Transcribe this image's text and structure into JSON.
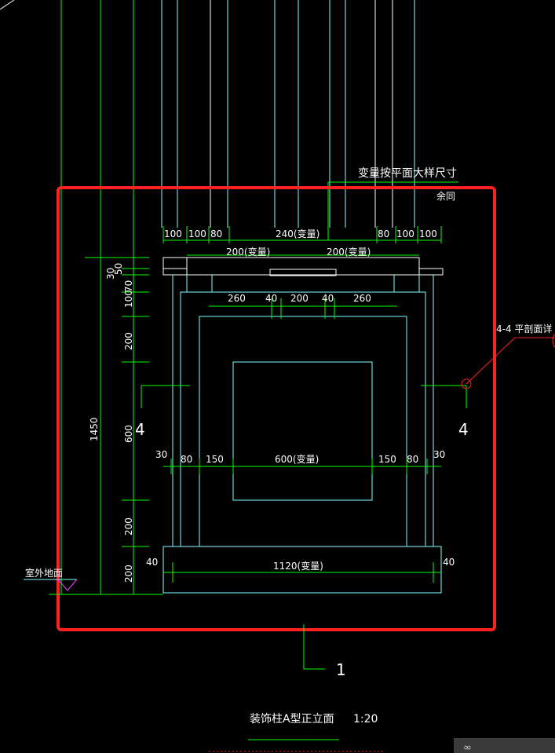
{
  "note_top": "变量按平面大样尺寸",
  "note_top_sub": "余同",
  "section_ref": "4-4 平剖面详",
  "ground_label": "室外地面",
  "section_mark": "4",
  "elevation_index": "1",
  "title": "装饰柱A型正立面",
  "scale": "1:20",
  "dims_top": [
    "100",
    "100",
    "80",
    "240(变量)",
    "80",
    "100",
    "100"
  ],
  "dims_top2": [
    "200(变量)",
    "200(变量)"
  ],
  "dims_row3": [
    "260",
    "40",
    "200",
    "40",
    "260"
  ],
  "dims_row4": [
    "30",
    "80",
    "150",
    "600(变量)",
    "150",
    "80",
    "30"
  ],
  "dims_base": [
    "40",
    "1120(变量)",
    "40"
  ],
  "dims_left": [
    "30",
    "50",
    "100",
    "70",
    "200",
    "600",
    "200",
    "200"
  ],
  "dim_total": "1450"
}
